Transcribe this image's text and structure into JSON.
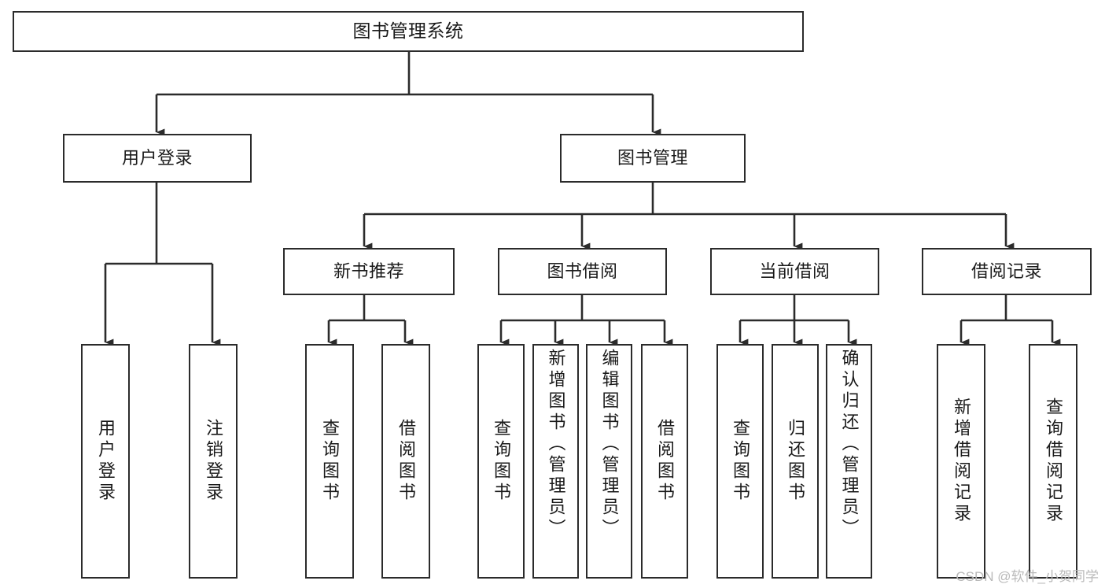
{
  "diagram": {
    "type": "tree-hierarchy-chart",
    "title": "图书管理系统",
    "stroke_color": "#2b2b2b",
    "fill_color": "#ffffff",
    "text_color": "#1a1a1a",
    "nodes": {
      "root": {
        "label": "图书管理系统",
        "level": 1
      },
      "l2": [
        {
          "label": "用户登录",
          "level": 2
        },
        {
          "label": "图书管理",
          "level": 2
        }
      ],
      "l3": [
        {
          "label": "新书推荐",
          "level": 3
        },
        {
          "label": "图书借阅",
          "level": 3
        },
        {
          "label": "当前借阅",
          "level": 3
        },
        {
          "label": "借阅记录",
          "level": 3
        }
      ],
      "leaves": {
        "user_login": [
          {
            "label": "用户登录"
          },
          {
            "label": "注销登录"
          }
        ],
        "new_book_recommend": [
          {
            "label": "查询图书"
          },
          {
            "label": "借阅图书"
          }
        ],
        "book_borrow": [
          {
            "label": "查询图书"
          },
          {
            "label": "新增图书（管理员）"
          },
          {
            "label": "编辑图书（管理员）"
          },
          {
            "label": "借阅图书"
          }
        ],
        "current_borrow": [
          {
            "label": "查询图书"
          },
          {
            "label": "归还图书"
          },
          {
            "label": "确认归还（管理员）"
          }
        ],
        "borrow_record": [
          {
            "label": "新增借阅记录"
          },
          {
            "label": "查询借阅记录"
          }
        ]
      }
    },
    "edges": [
      {
        "from": "图书管理系统",
        "to": "用户登录"
      },
      {
        "from": "图书管理系统",
        "to": "图书管理"
      },
      {
        "from": "图书管理",
        "to": "新书推荐"
      },
      {
        "from": "图书管理",
        "to": "图书借阅"
      },
      {
        "from": "图书管理",
        "to": "当前借阅"
      },
      {
        "from": "图书管理",
        "to": "借阅记录"
      },
      {
        "from": "用户登录",
        "to": "用户登录"
      },
      {
        "from": "用户登录",
        "to": "注销登录"
      },
      {
        "from": "新书推荐",
        "to": "查询图书"
      },
      {
        "from": "新书推荐",
        "to": "借阅图书"
      },
      {
        "from": "图书借阅",
        "to": "查询图书"
      },
      {
        "from": "图书借阅",
        "to": "新增图书（管理员）"
      },
      {
        "from": "图书借阅",
        "to": "编辑图书（管理员）"
      },
      {
        "from": "图书借阅",
        "to": "借阅图书"
      },
      {
        "from": "当前借阅",
        "to": "查询图书"
      },
      {
        "from": "当前借阅",
        "to": "归还图书"
      },
      {
        "from": "当前借阅",
        "to": "确认归还（管理员）"
      },
      {
        "from": "借阅记录",
        "to": "新增借阅记录"
      },
      {
        "from": "借阅记录",
        "to": "查询借阅记录"
      }
    ]
  },
  "watermark": {
    "text": "CSDN @软件_小贺同学"
  }
}
